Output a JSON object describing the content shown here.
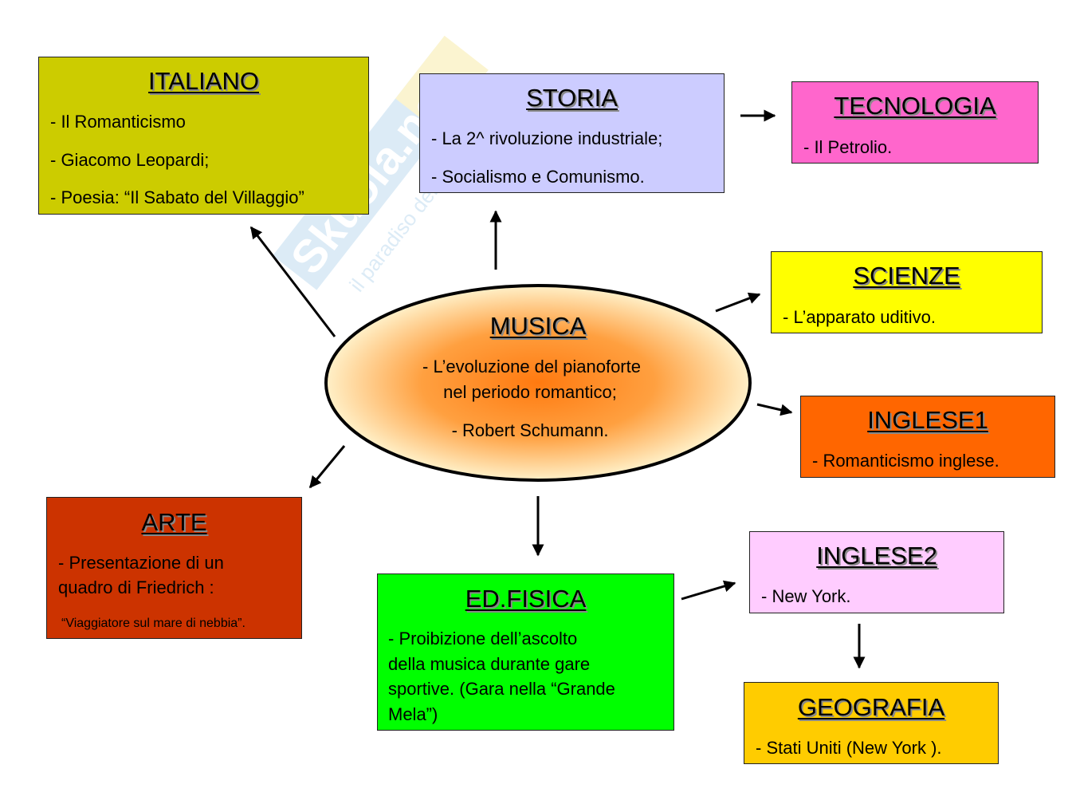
{
  "watermark": {
    "brand": "Skuola.net",
    "tagline": "il paradiso dello studente"
  },
  "center": {
    "title": "MUSICA",
    "lines": [
      "- L’evoluzione del pianoforte",
      "nel periodo romantico;",
      "- Robert Schumann."
    ]
  },
  "boxes": {
    "italiano": {
      "title": "ITALIANO",
      "items": [
        "- Il Romanticismo",
        "- Giacomo Leopardi;",
        "- Poesia: “Il Sabato del Villaggio”"
      ],
      "color": "#cccc00"
    },
    "storia": {
      "title": "STORIA",
      "items": [
        "- La 2^ rivoluzione industriale;",
        "- Socialismo e Comunismo."
      ],
      "color": "#ccccff"
    },
    "tecnologia": {
      "title": "TECNOLOGIA",
      "items": [
        "- Il Petrolio."
      ],
      "color": "#ff66cc"
    },
    "scienze": {
      "title": "SCIENZE",
      "items": [
        "- L’apparato uditivo."
      ],
      "color": "#ffff00"
    },
    "inglese1": {
      "title": "INGLESE1",
      "items": [
        "- Romanticismo inglese."
      ],
      "color": "#ff6600"
    },
    "arte": {
      "title": "ARTE",
      "items": [
        "- Presentazione di un",
        "quadro di Friedrich :",
        "“Viaggiatore sul mare di nebbia”."
      ],
      "color": "#cc3300"
    },
    "edfisica": {
      "title": "ED.FISICA",
      "items": [
        "- Proibizione dell’ascolto",
        "della musica durante gare",
        "sportive. (Gara nella “Grande",
        "Mela”)"
      ],
      "color": "#00ff00"
    },
    "inglese2": {
      "title": "INGLESE2",
      "items": [
        "- New York."
      ],
      "color": "#ffccff"
    },
    "geografia": {
      "title": "GEOGRAFIA",
      "items": [
        "- Stati Uniti (New York )."
      ],
      "color": "#ffcc00"
    }
  }
}
